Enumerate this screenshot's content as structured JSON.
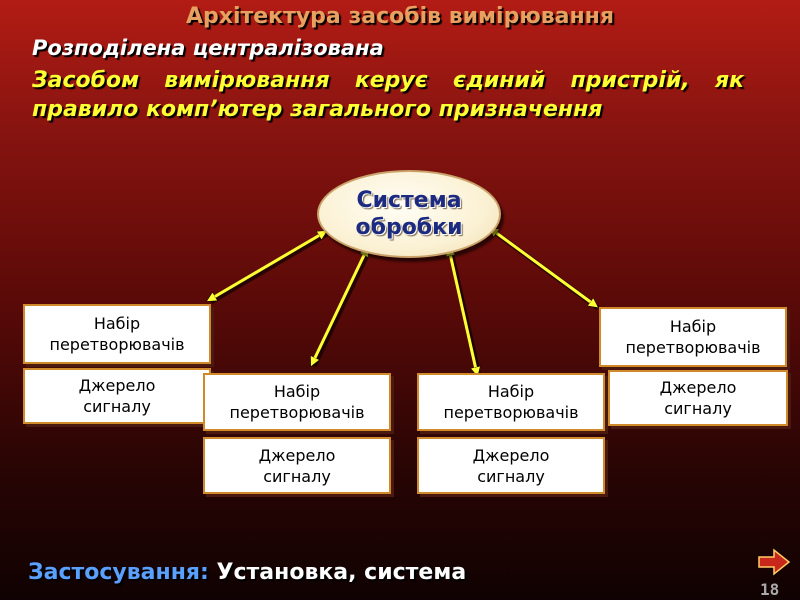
{
  "title": "Архітектура засобів вимірювання",
  "subtitle": "Розподілена централізована",
  "description": "Засобом вимірювання керує єдиний пристрій, як правило комп’ютер загального призначення",
  "center_node": {
    "line1": "Система",
    "line2": "обробки"
  },
  "modules": [
    {
      "converter_line1": "Набір",
      "converter_line2": "перетворювачів",
      "source_line1": "Джерело",
      "source_line2": "сигналу"
    },
    {
      "converter_line1": "Набір",
      "converter_line2": "перетворювачів",
      "source_line1": "Джерело",
      "source_line2": "сигналу"
    },
    {
      "converter_line1": "Набір",
      "converter_line2": "перетворювачів",
      "source_line1": "Джерело",
      "source_line2": "сигналу"
    },
    {
      "converter_line1": "Набір",
      "converter_line2": "перетворювачів",
      "source_line1": "Джерело",
      "source_line2": "сигналу"
    }
  ],
  "footer": {
    "label": "Застосування:",
    "value": "Установка, система"
  },
  "slide_number": "18",
  "nav_icon": "next-arrow-icon",
  "colors": {
    "title": "#e8a060",
    "description": "#ffff33",
    "arrows": "#ffff33",
    "box_border": "#d08a2a",
    "center_text": "#1c2a80",
    "footer_label": "#5aa0ff"
  }
}
